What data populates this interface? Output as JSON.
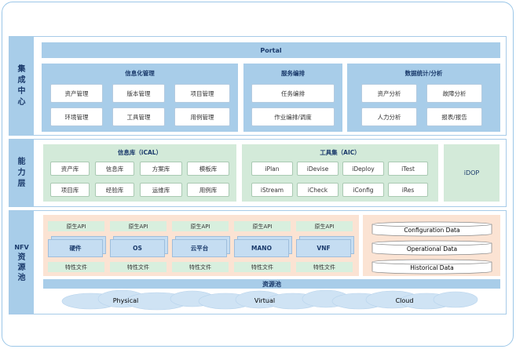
{
  "layers": {
    "integration_label": [
      "集",
      "成",
      "中",
      "心"
    ],
    "capability_label": [
      "能",
      "力",
      "层"
    ],
    "nfv_label": [
      "NFV",
      "资",
      "源",
      "池"
    ]
  },
  "integration": {
    "portal": "Portal",
    "info_mgmt": {
      "title": "信息化管理",
      "items": [
        "资产管理",
        "版本管理",
        "项目管理",
        "环境管理",
        "工具管理",
        "用例管理"
      ]
    },
    "service_orch": {
      "title": "服务编排",
      "items": [
        "任务编排",
        "作业编排/调度"
      ]
    },
    "stats": {
      "title": "数据统计/分析",
      "items": [
        "资产分析",
        "故障分析",
        "人力分析",
        "报表/报告"
      ]
    }
  },
  "capability": {
    "info_lib": {
      "title": "信息库（iCAL）",
      "items": [
        "资产库",
        "信息库",
        "方案库",
        "模板库",
        "项目库",
        "经验库",
        "运维库",
        "用例库"
      ]
    },
    "toolset": {
      "title": "工具集（AIC）",
      "items": [
        "iPlan",
        "iDevise",
        "iDeploy",
        "iTest",
        "iStream",
        "iCheck",
        "iConfig",
        "iRes"
      ]
    },
    "idop": "iDOP"
  },
  "nfv": {
    "columns": [
      {
        "api": "原生API",
        "name": "硬件",
        "file": "特性文件"
      },
      {
        "api": "原生API",
        "name": "OS",
        "file": "特性文件"
      },
      {
        "api": "原生API",
        "name": "云平台",
        "file": "特性文件"
      },
      {
        "api": "原生API",
        "name": "MANO",
        "file": "特性文件"
      },
      {
        "api": "原生API",
        "name": "VNF",
        "file": "特性文件"
      }
    ],
    "data_stores": [
      "Configuration Data",
      "Operational Data",
      "Historical Data"
    ],
    "resource_pool": "资源池",
    "clouds": [
      "Physical",
      "Virtual",
      "Cloud"
    ]
  },
  "colors": {
    "blue": "#a8cde9",
    "green": "#d3ead9",
    "peach": "#fbe3d3",
    "text": "#1a3a6b"
  }
}
